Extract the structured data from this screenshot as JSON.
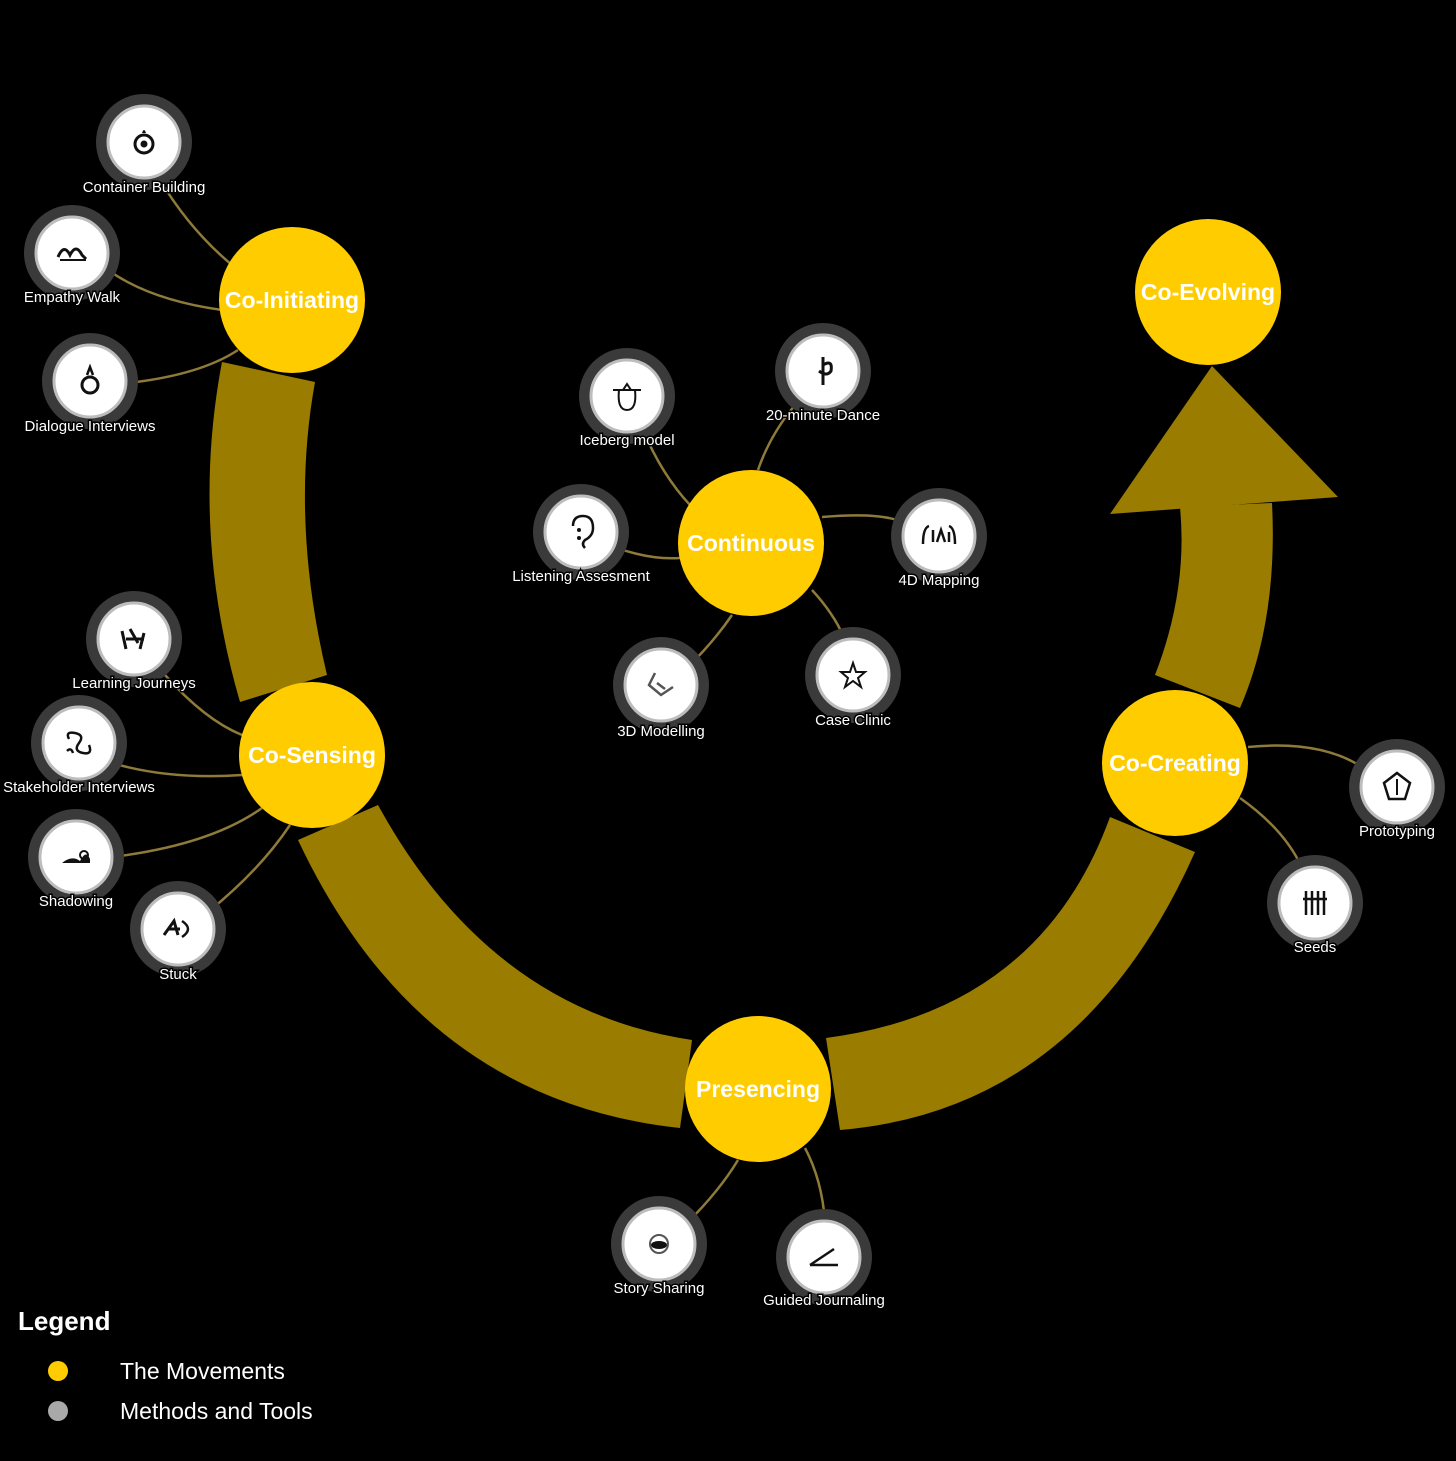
{
  "colors": {
    "background": "#000000",
    "movement": "#FFCC00",
    "arc": "#9A7C00",
    "link": "#8E7A3A",
    "method_ring": "#3A3A3A",
    "method_face": "#FFFFFF",
    "legend_method": "#A9A9A9"
  },
  "movements": [
    {
      "id": "co-initiating",
      "label": "Co-Initiating"
    },
    {
      "id": "co-sensing",
      "label": "Co-Sensing"
    },
    {
      "id": "presencing",
      "label": "Presencing"
    },
    {
      "id": "co-creating",
      "label": "Co-Creating"
    },
    {
      "id": "co-evolving",
      "label": "Co-Evolving"
    },
    {
      "id": "continuous",
      "label": "Continuous"
    }
  ],
  "methods": [
    {
      "id": "container-building",
      "label": "Container Building",
      "movement": "co-initiating",
      "icon": "container-icon"
    },
    {
      "id": "empathy-walk",
      "label": "Empathy Walk",
      "movement": "co-initiating",
      "icon": "walk-icon"
    },
    {
      "id": "dialogue-interviews",
      "label": "Dialogue Interviews",
      "movement": "co-initiating",
      "icon": "dialogue-icon"
    },
    {
      "id": "learning-journeys",
      "label": "Learning Journeys",
      "movement": "co-sensing",
      "icon": "journey-icon"
    },
    {
      "id": "stakeholder-interviews",
      "label": "Stakeholder Interviews",
      "movement": "co-sensing",
      "icon": "stakeholder-icon"
    },
    {
      "id": "shadowing",
      "label": "Shadowing",
      "movement": "co-sensing",
      "icon": "shadow-icon"
    },
    {
      "id": "stuck",
      "label": "Stuck",
      "movement": "co-sensing",
      "icon": "stuck-icon"
    },
    {
      "id": "story-sharing",
      "label": "Story Sharing",
      "movement": "presencing",
      "icon": "story-icon"
    },
    {
      "id": "guided-journaling",
      "label": "Guided Journaling",
      "movement": "presencing",
      "icon": "journal-icon"
    },
    {
      "id": "prototyping",
      "label": "Prototyping",
      "movement": "co-creating",
      "icon": "prototype-icon"
    },
    {
      "id": "seeds",
      "label": "Seeds",
      "movement": "co-creating",
      "icon": "seeds-icon"
    },
    {
      "id": "iceberg-model",
      "label": "Iceberg model",
      "movement": "continuous",
      "icon": "iceberg-icon"
    },
    {
      "id": "twenty-minute-dance",
      "label": "20-minute Dance",
      "movement": "continuous",
      "icon": "dance-icon"
    },
    {
      "id": "listening-assesment",
      "label": "Listening Assesment",
      "movement": "continuous",
      "icon": "ear-icon"
    },
    {
      "id": "four-d-mapping",
      "label": "4D Mapping",
      "movement": "continuous",
      "icon": "mapping-icon"
    },
    {
      "id": "three-d-modelling",
      "label": "3D Modelling",
      "movement": "continuous",
      "icon": "modelling-icon"
    },
    {
      "id": "case-clinic",
      "label": "Case Clinic",
      "movement": "continuous",
      "icon": "clinic-icon"
    }
  ],
  "legend": {
    "title": "Legend",
    "items": [
      {
        "label": "The Movements",
        "kind": "movement"
      },
      {
        "label": "Methods and Tools",
        "kind": "method"
      }
    ]
  }
}
